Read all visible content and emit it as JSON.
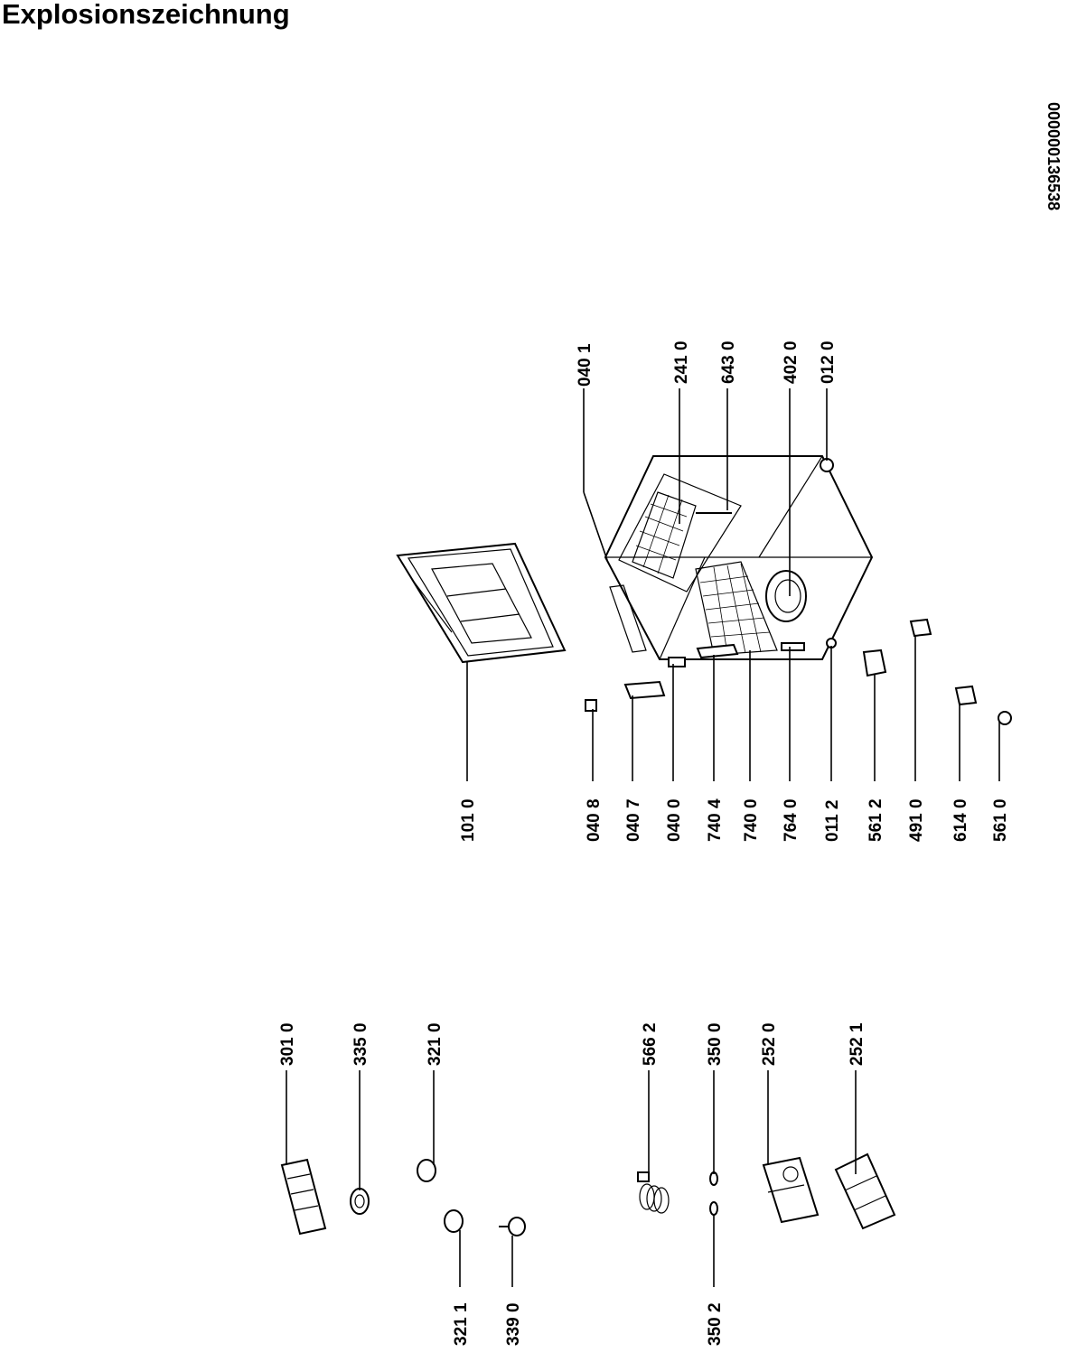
{
  "header": {
    "title": "Explosionszeichnung",
    "doc_number": "000000136538"
  },
  "parts": {
    "p0401": "040 1",
    "p2410": "241 0",
    "p6430": "643 0",
    "p4020": "402 0",
    "p0120": "012 0",
    "p1010": "101 0",
    "p0408": "040 8",
    "p0407": "040 7",
    "p0400": "040 0",
    "p7404": "740 4",
    "p7400": "740 0",
    "p7640": "764 0",
    "p0112": "011 2",
    "p5612": "561 2",
    "p4910": "491 0",
    "p6140": "614 0",
    "p5610": "561 0",
    "p3010": "301 0",
    "p3350": "335 0",
    "p3210": "321 0",
    "p5662": "566 2",
    "p3500": "350 0",
    "p2520": "252 0",
    "p2521": "252 1",
    "p3211": "321 1",
    "p3390": "339 0",
    "p3502": "350 2"
  }
}
